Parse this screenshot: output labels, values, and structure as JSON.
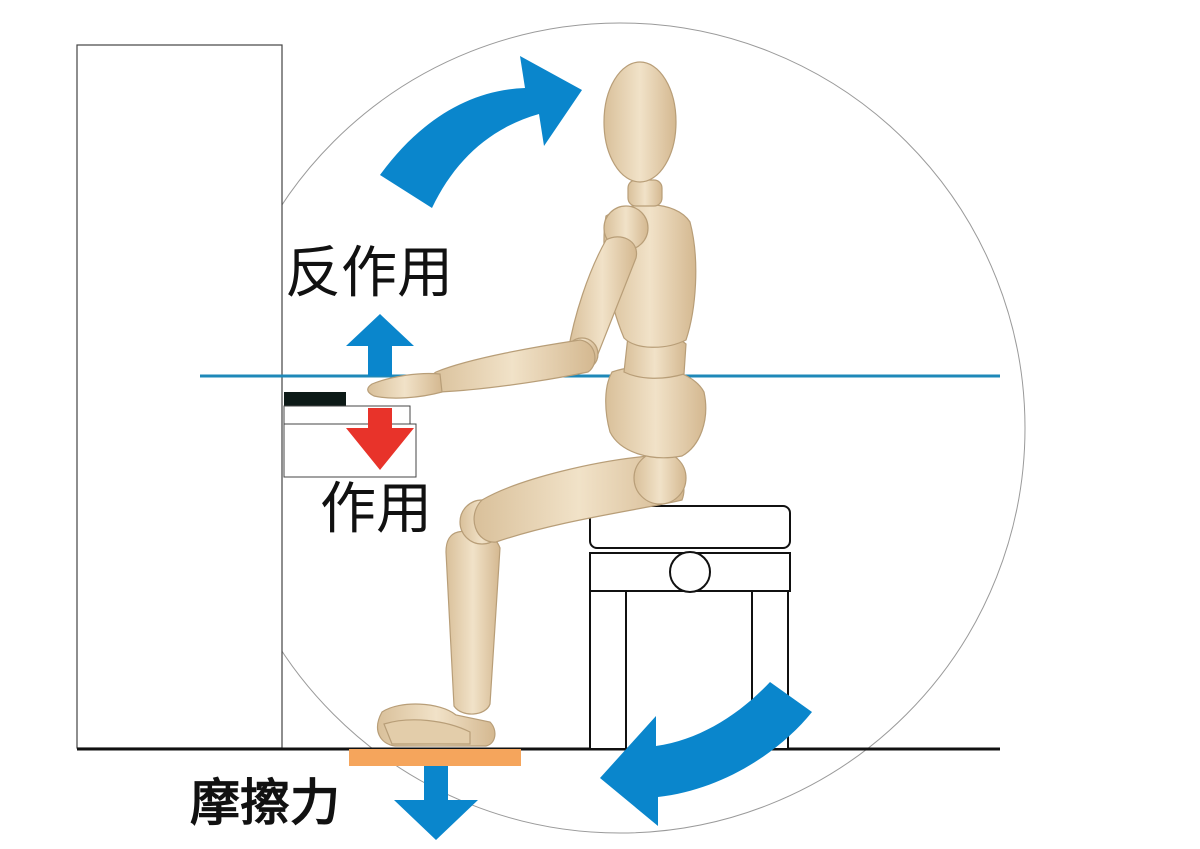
{
  "labels": {
    "reaction": "反作用",
    "action": "作用",
    "friction": "摩擦力"
  },
  "colors": {
    "blue_arrow": "#0a86cc",
    "red_arrow": "#e8332a",
    "horizontal_line": "#1e88b8",
    "friction_pad": "#f5a55c",
    "wood_figure": "#e8d4b4",
    "outline": "#222222"
  },
  "icons": [
    "rotation-arrow-icon",
    "up-arrow-icon",
    "down-arrow-icon"
  ]
}
